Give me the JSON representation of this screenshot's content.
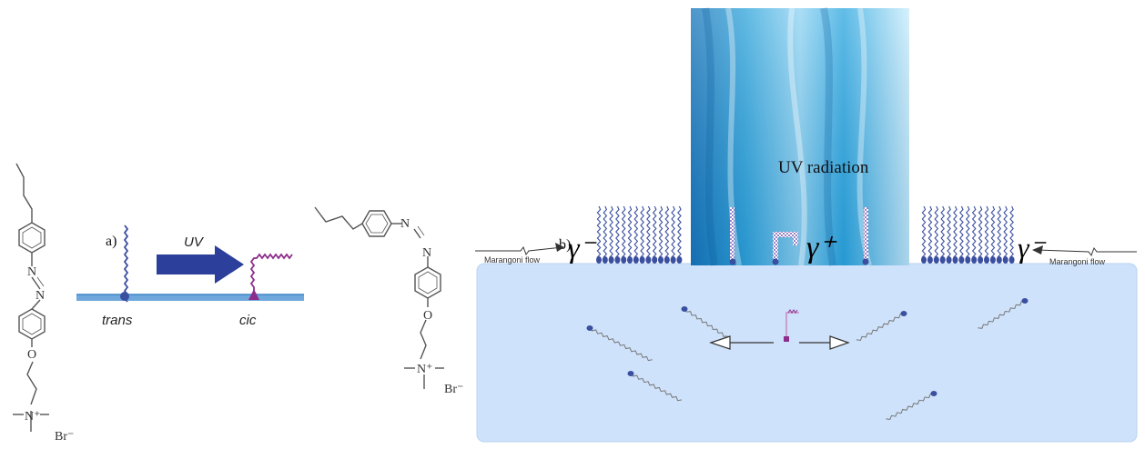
{
  "panel_a": {
    "label": "a)",
    "arrow_label": "UV",
    "trans_label": "trans",
    "cis_label": "cic"
  },
  "panel_b": {
    "label": "b)",
    "uv_label": "UV radiation",
    "gamma_left": "γ⁻",
    "gamma_center": "γ⁺",
    "gamma_right": "γ⁻",
    "flow_left": "Marangoni flow",
    "flow_right": "Marangoni flow"
  },
  "molecule_left": {
    "charge": "N⁺",
    "counterion": "Br⁻"
  },
  "molecule_right": {
    "charge": "N⁺",
    "counterion": "Br⁻"
  },
  "colors": {
    "chain_blue": "#3a4fa0",
    "chain_purple": "#8b2d8a",
    "arrow_navy": "#2c3f9a",
    "surface_blue": "#6fa8dc",
    "bulk_blue": "#cfe2fb",
    "uv_blue": "#3aaee0"
  }
}
